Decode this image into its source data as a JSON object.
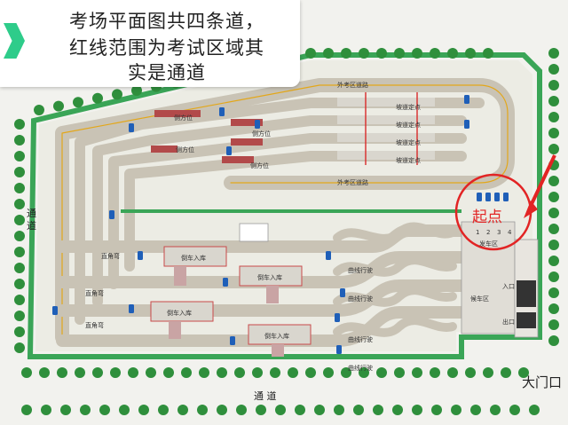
{
  "caption": {
    "line1": "考场平面图共四条道，",
    "line2": "红线范围为考试区域其",
    "line3": "实是通道"
  },
  "start_label": "起点",
  "gate_label": "大门口",
  "roads": {
    "left": "通  道",
    "bottom": "通  道"
  },
  "lanes": [
    "1",
    "2",
    "3",
    "4"
  ],
  "areas": {
    "depart": "发车区",
    "wait": "候车区",
    "entrance": "入口",
    "exit": "出口"
  },
  "tracks": {
    "top_road": "外考区道路",
    "bottom_road": "外考区道路",
    "side_parking": "侧方位",
    "reverse_parking": "倒车入库",
    "curve": "曲线行驶",
    "hill": "坡道定点",
    "right_turn": "直角弯"
  },
  "colors": {
    "grass": "#2e9a4a",
    "road": "#c8c3b8",
    "edge_line": "#e0a200",
    "stop_line": "#d92a2a",
    "tree": "#2f8f3c",
    "accent": "#2ecc8a",
    "start": "#e22424"
  }
}
